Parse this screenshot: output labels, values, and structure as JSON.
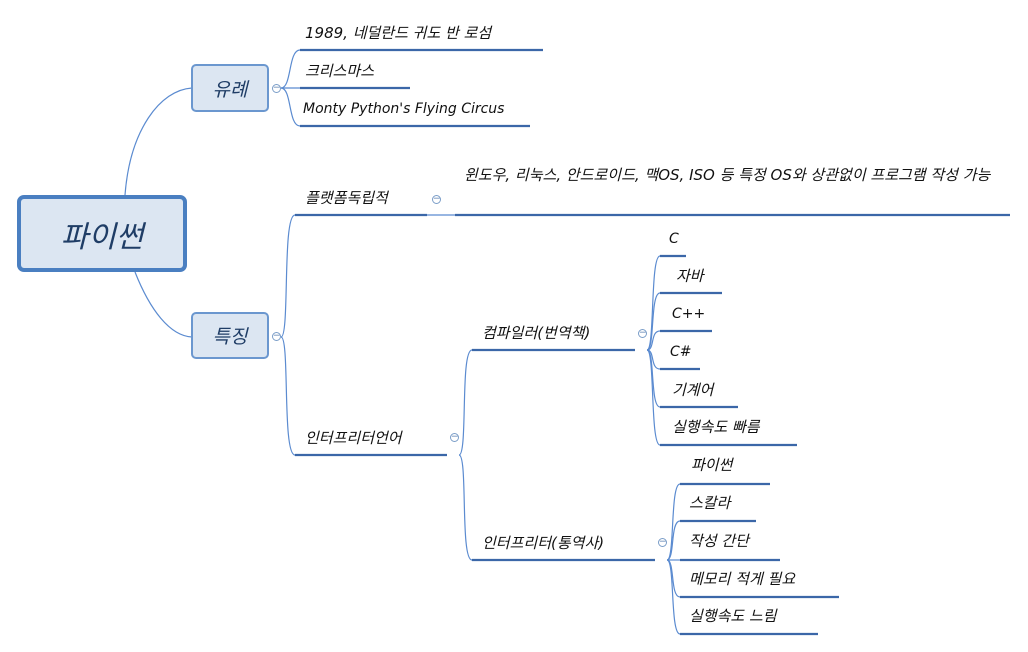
{
  "root": {
    "label": "파이썬"
  },
  "branches": {
    "origin": {
      "label": "유례",
      "items": [
        "1989, 네덜란드 귀도 반 로섬",
        "크리스마스",
        "Monty Python's Flying Circus"
      ]
    },
    "features": {
      "label": "특징",
      "platform": {
        "label": "플랫폼독립적",
        "detail": "윈도우, 리눅스, 안드로이드, 맥OS, ISO 등 특정 OS와 상관없이 프로그램 작성 가능"
      },
      "interpreter_lang": {
        "label": "인터프리터언어",
        "compiler": {
          "label": "컴파일러(번역책)",
          "items": [
            "C",
            "자바",
            "C++",
            "C#",
            "기계어",
            "실행속도 빠름"
          ]
        },
        "interpreter": {
          "label": "인터프리터(통역사)",
          "items": [
            "파이썬",
            "스칼라",
            "작성 간단",
            "메모리 적게 필요",
            "실행속도 느림"
          ]
        }
      }
    }
  },
  "icons": {
    "collapse": "collapse-minus-icon",
    "collapse_glyph": "−"
  },
  "colors": {
    "line": "#4a7fc1",
    "accent": "#3b67a8",
    "node_fill": "#dce6f2"
  }
}
